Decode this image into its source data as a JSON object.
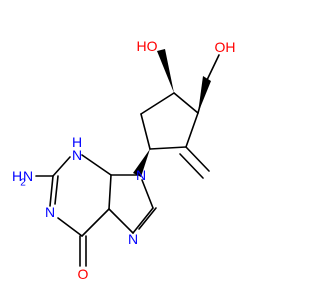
{
  "molecule": {
    "atoms": {
      "oh_ring": {
        "text": "HO",
        "color": "#ff0000"
      },
      "oh_chain": {
        "text": "OH",
        "color": "#ff0000"
      },
      "nh2_n": {
        "text": "N",
        "color": "#0000ff"
      },
      "nh2_h": {
        "text": "H",
        "color": "#0000ff"
      },
      "nh2_2": {
        "text": "2",
        "color": "#0000ff"
      },
      "nh_h": {
        "text": "H",
        "color": "#0000ff"
      },
      "n3": {
        "text": "N",
        "color": "#0000ff"
      },
      "n9": {
        "text": "N",
        "color": "#0000ff"
      },
      "n1": {
        "text": "N",
        "color": "#0000ff"
      },
      "n7": {
        "text": "N",
        "color": "#0000ff"
      },
      "o6": {
        "text": "O",
        "color": "#ff0000"
      }
    }
  }
}
